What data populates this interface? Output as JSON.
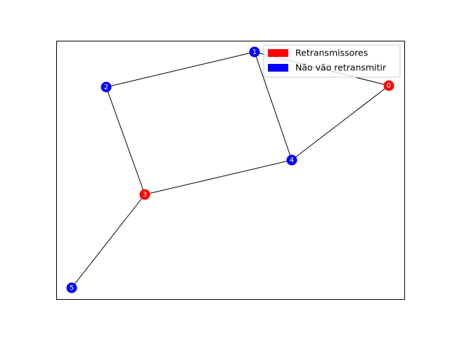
{
  "graph": {
    "nodes": [
      {
        "id": "0",
        "label": "0",
        "role": "retransmissor"
      },
      {
        "id": "1",
        "label": "1",
        "role": "nao_retransmite"
      },
      {
        "id": "2",
        "label": "2",
        "role": "nao_retransmite"
      },
      {
        "id": "3",
        "label": "3",
        "role": "retransmissor"
      },
      {
        "id": "4",
        "label": "4",
        "role": "nao_retransmite"
      },
      {
        "id": "5",
        "label": "5",
        "role": "nao_retransmite"
      }
    ],
    "edges": [
      [
        "0",
        "1"
      ],
      [
        "0",
        "4"
      ],
      [
        "1",
        "2"
      ],
      [
        "1",
        "4"
      ],
      [
        "2",
        "3"
      ],
      [
        "3",
        "4"
      ],
      [
        "3",
        "5"
      ]
    ]
  },
  "legend": {
    "items": [
      {
        "role": "retransmissor",
        "label": "Retransmissores"
      },
      {
        "role": "nao_retransmite",
        "label": "Não vão retransmitir"
      }
    ]
  },
  "colors": {
    "retransmissor": "#ff0000",
    "nao_retransmite": "#0000ff",
    "edge": "#000000",
    "node_label": "#ffffff",
    "frame": "#000000"
  }
}
